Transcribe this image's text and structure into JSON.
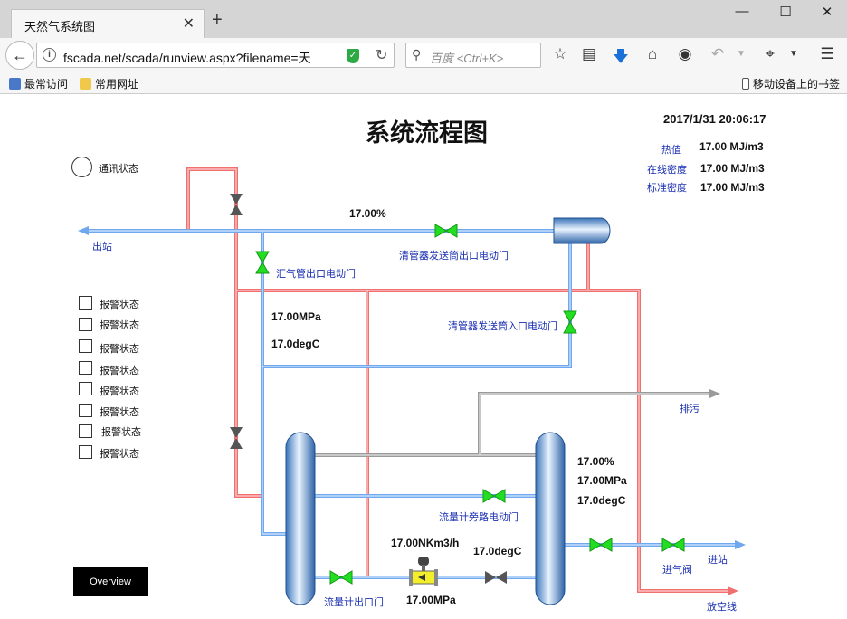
{
  "browser": {
    "tab_title": "天然气系统图",
    "tab_close": "✕",
    "new_tab": "+",
    "url": "fscada.net/scada/runview.aspx?filename=天",
    "search_placeholder": "百度 <Ctrl+K>",
    "bookmarks": [
      "最常访问",
      "常用网址"
    ],
    "mobile_bookmarks": "移动设备上的书签"
  },
  "scada": {
    "title": "系统流程图",
    "datetime": "2017/1/31  20:06:17",
    "comm_status": "通讯状态",
    "info": [
      {
        "label": "热值",
        "value": "17.00 MJ/m3"
      },
      {
        "label": "在线密度",
        "value": "17.00 MJ/m3"
      },
      {
        "label": "标准密度",
        "value": "17.00 MJ/m3"
      }
    ],
    "alarms": [
      "报警状态",
      "报警状态",
      "报警状态",
      "报警状态",
      "报警状态",
      "报警状态",
      "报警状态",
      "报警状态"
    ],
    "labels": {
      "outlet": "出站",
      "valve_outlet": "清管器发送筒出口电动门",
      "valve_header": "汇气管出口电动门",
      "valve_inlet": "清管器发送筒入口电动门",
      "drain": "排污",
      "bypass": "流量计旁路电动门",
      "inlet_valve": "进气阀",
      "inlet": "进站",
      "vent": "放空线",
      "meter_out": "流量计出口门"
    },
    "values": {
      "top_pct": "17.00%",
      "mid_pressure": "17.00MPa",
      "mid_temp": "17.0degC",
      "right_pct": "17.00%",
      "right_pressure": "17.00MPa",
      "right_temp": "17.0degC",
      "flow": "17.00NKm3/h",
      "flow_temp": "17.0degC",
      "flow_pressure": "17.00MPa"
    },
    "overview": "Overview",
    "colors": {
      "gas_pipe": "#6fa8ee",
      "vent_pipe": "#f07070",
      "drain_pipe": "#9a9a9a",
      "valve_open": "#22dd22",
      "valve_closed": "#555555"
    }
  }
}
